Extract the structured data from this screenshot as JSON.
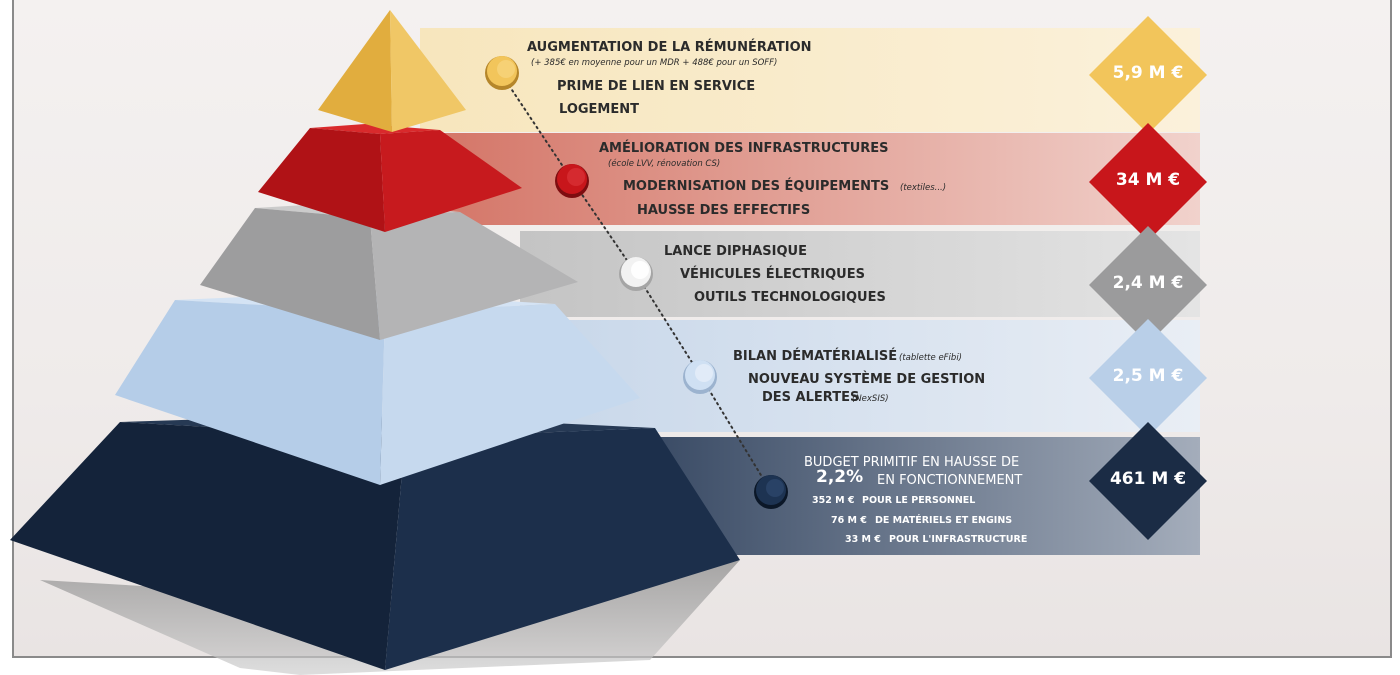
{
  "tiers": [
    {
      "color": "#e8b84f",
      "band_color": "#f5dfa8",
      "lines": [
        "AUGMENTATION DE LA RÉMUNÉRATION",
        "(+ 385€ en moyenne pour un MDR + 488€ pour un SOFF)",
        "PRIME DE LIEN EN SERVICE",
        "LOGEMENT"
      ],
      "amount": "5,9 M €"
    },
    {
      "color": "#c8161b",
      "band_color": "#dc8a82",
      "lines": [
        "AMÉLIORATION DES INFRASTRUCTURES",
        "(école LVV, rénovation CS)",
        "MODERNISATION DES ÉQUIPEMENTS",
        "(textiles...)",
        "HAUSSE DES EFFECTIFS"
      ],
      "amount": "34 M €"
    },
    {
      "color": "#a7a6a7",
      "band_color": "#cfcfcf",
      "lines": [
        "LANCE DIPHASIQUE",
        "VÉHICULES ÉLECTRIQUES",
        "OUTILS TECHNOLOGIQUES"
      ],
      "amount": "2,4 M €"
    },
    {
      "color": "#bcd5ef",
      "band_color": "#d6e2f0",
      "lines": [
        "BILAN DÉMATÉRIALISÉ",
        "(tablette eFibi)",
        "NOUVEAU SYSTÈME DE GESTION",
        "DES ALERTES",
        "(NexSIS)"
      ],
      "amount": "2,5 M €"
    },
    {
      "color": "#1b2c45",
      "band_color": "#5b6b82",
      "lines": [
        "BUDGET PRIMITIF EN HAUSSE DE",
        "2,2%",
        "EN FONCTIONNEMENT",
        "352 M €",
        "POUR LE PERSONNEL",
        "76 M €",
        "DE MATÉRIELS ET ENGINS",
        "33 M €",
        "POUR L'INFRASTRUCTURE"
      ],
      "amount": "461 M €"
    }
  ]
}
